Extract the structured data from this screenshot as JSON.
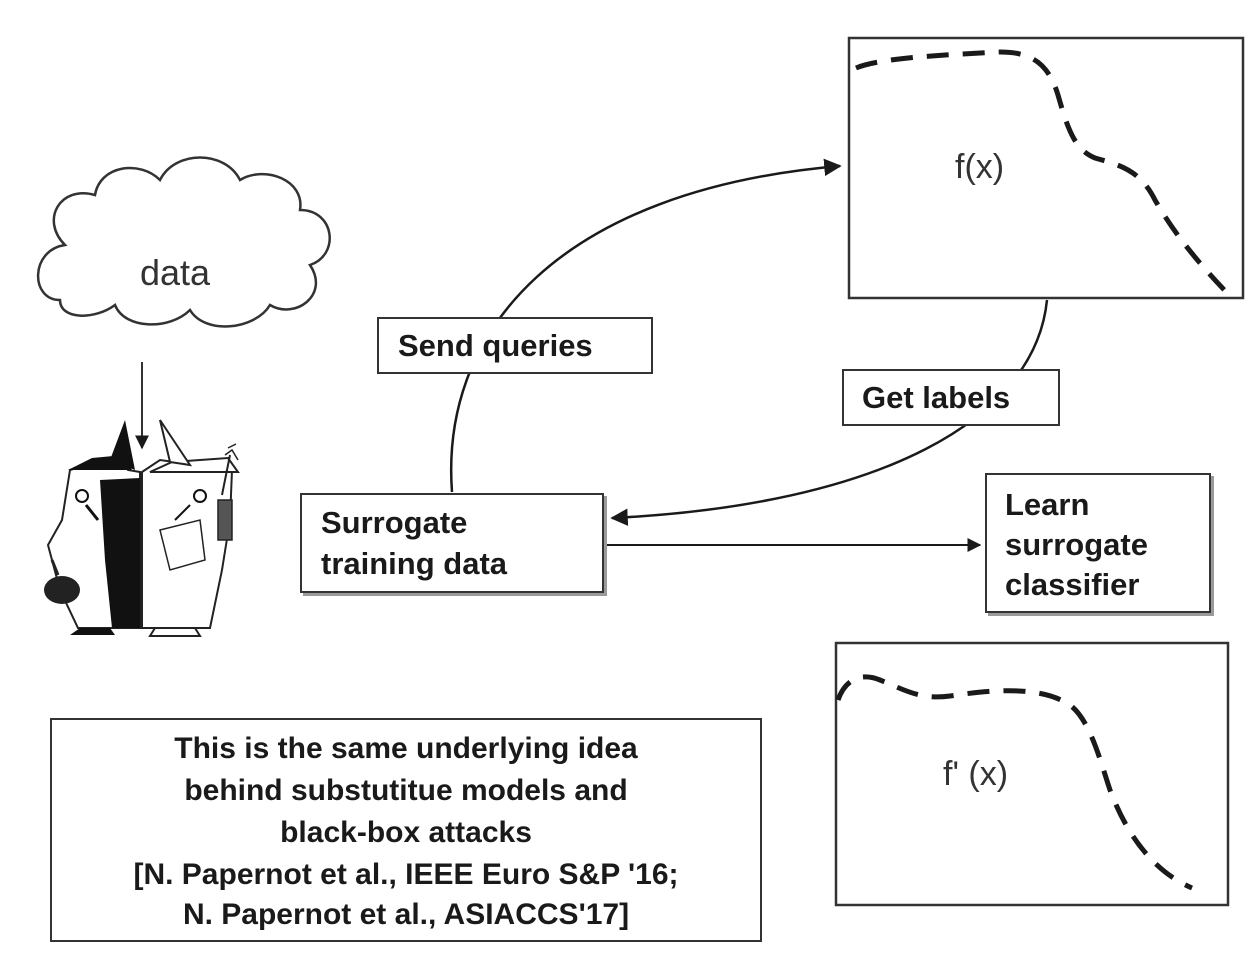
{
  "cloud": {
    "label": "data"
  },
  "target_model": {
    "label": "f(x)"
  },
  "surrogate_model": {
    "label": "f' (x)"
  },
  "edges": {
    "send_queries": "Send queries",
    "get_labels": "Get labels"
  },
  "nodes": {
    "surrogate_data_line1": "Surrogate",
    "surrogate_data_line2": "training data",
    "learn_line1": "Learn",
    "learn_line2": "surrogate",
    "learn_line3": "classifier"
  },
  "note": {
    "line1": "This is the same underlying idea",
    "line2": "behind substutitue models and",
    "line3": "black-box attacks",
    "line4": "[N. Papernot et al., IEEE Euro S&P '16;",
    "line5": "N. Papernot et al., ASIACCS'17]"
  },
  "colors": {
    "stroke": "#1a1a1a",
    "box_border": "#333333",
    "shadow": "#9a9a9a"
  },
  "icons": {
    "spies": "spy-vs-spy-icon"
  }
}
